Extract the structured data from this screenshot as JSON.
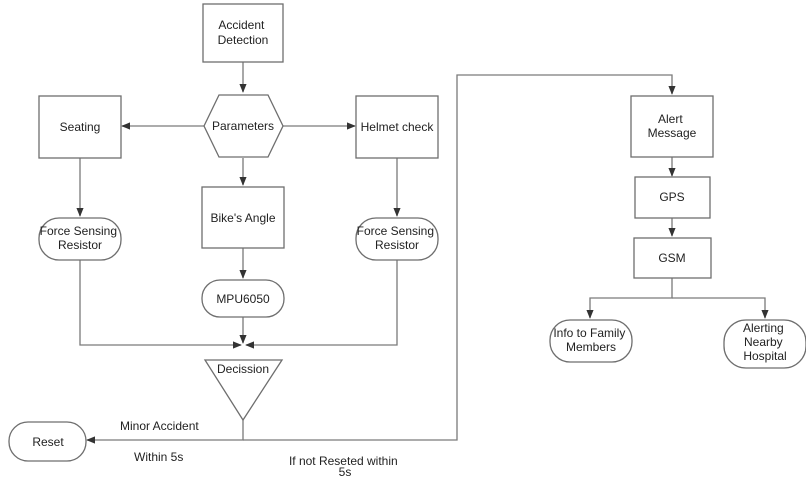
{
  "nodes": {
    "accident_detection": [
      "Accident",
      "Detection"
    ],
    "parameters": "Parameters",
    "seating": "Seating",
    "helmet_check": "Helmet check",
    "force_left": [
      "Force Sensing",
      "Resistor"
    ],
    "force_right": [
      "Force Sensing",
      "Resistor"
    ],
    "bikes_angle": "Bike's Angle",
    "mpu": "MPU6050",
    "decission": "Decission",
    "reset": "Reset",
    "alert_message": [
      "Alert",
      "Message"
    ],
    "gps": "GPS",
    "gsm": "GSM",
    "info_family": [
      "Info to Family",
      "Members"
    ],
    "alerting_hospital": [
      "Alerting",
      "Nearby",
      "Hospital"
    ]
  },
  "edge_labels": {
    "minor_accident": "Minor Accident",
    "within_5s": "Within 5s",
    "not_reseted": [
      "If not Reseted within",
      "5s"
    ]
  }
}
